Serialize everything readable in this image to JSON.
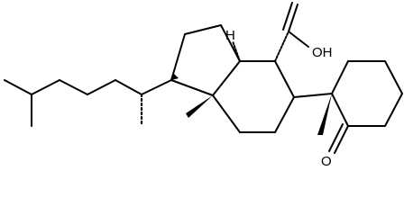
{
  "molecule": {
    "labels": {
      "hydroxyl": "OH",
      "carbonyl_o": "O",
      "ring_fusion_h": "H"
    },
    "colors": {
      "bond": "#000000",
      "background": "#ffffff"
    }
  }
}
